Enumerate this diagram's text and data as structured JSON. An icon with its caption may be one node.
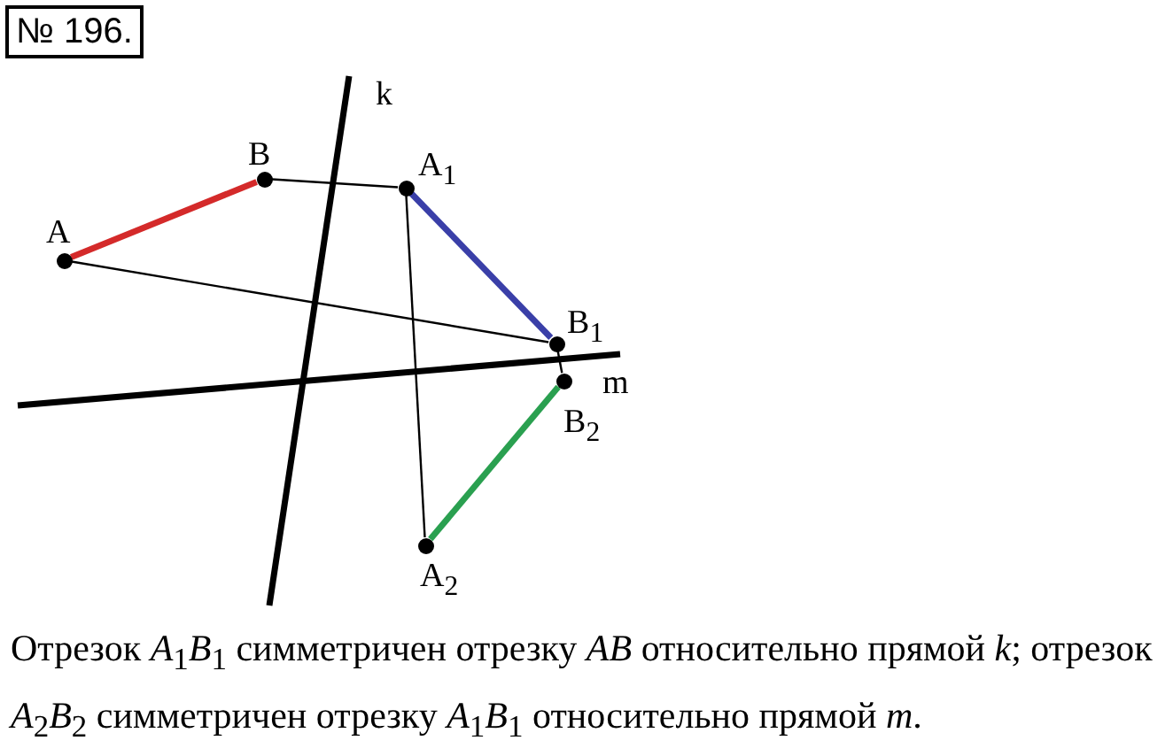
{
  "diagram": {
    "title": "№ 196.",
    "caption": "Отрезок *A*$_{1}$*B*$_{1}$ симметричен отрезку *AB* относительно прямой *k*; отрезок *A*$_{2}$*B*$_{2}$ симметричен отрезку *A*$_{1}$*B*$_{1}$ относительно прямой *m*.",
    "nodes": [
      {
        "text": [
          "A"
        ]
      },
      {
        "text": [
          "B"
        ]
      },
      {
        "text": [
          "A$_{1}$"
        ]
      },
      {
        "text": [
          "B$_{1}$"
        ]
      },
      {
        "text": [
          "B$_{2}$"
        ]
      },
      {
        "text": [
          "A$_{2}$"
        ]
      }
    ],
    "edges": [
      {
        "from": 0,
        "to": 1,
        "arrow": "none",
        "style": "thick",
        "color": "#d42a2a"
      },
      {
        "from": 2,
        "to": 3,
        "arrow": "none",
        "style": "thick",
        "color": "#3a3fa8"
      },
      {
        "from": 5,
        "to": 4,
        "arrow": "none",
        "style": "thick",
        "color": "#2aa050"
      },
      {
        "from": 1,
        "to": 2,
        "arrow": "none"
      },
      {
        "from": 0,
        "to": 3,
        "arrow": "none"
      },
      {
        "from": 2,
        "to": 5,
        "arrow": "none"
      },
      {
        "from": 3,
        "to": 4,
        "arrow": "none"
      }
    ],
    "labels": [
      "k",
      "m"
    ]
  }
}
